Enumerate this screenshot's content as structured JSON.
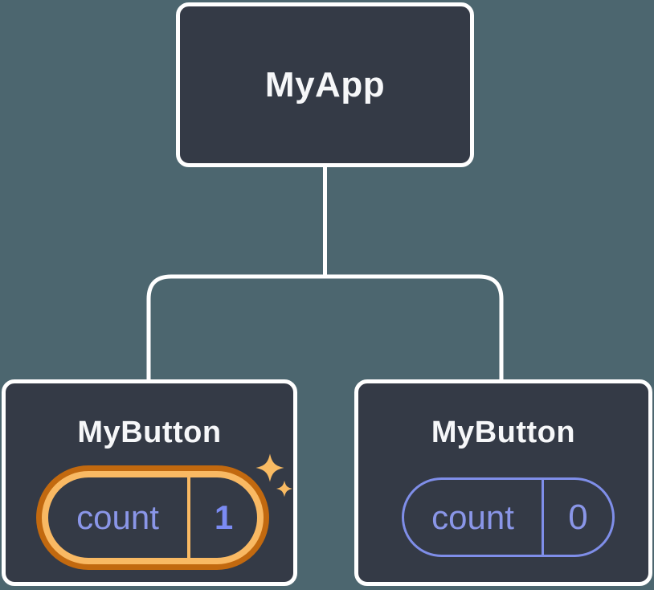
{
  "diagram": {
    "root": {
      "label": "MyApp"
    },
    "children": [
      {
        "label": "MyButton",
        "state": {
          "name": "count",
          "value": "1"
        },
        "highlighted": true
      },
      {
        "label": "MyButton",
        "state": {
          "name": "count",
          "value": "0"
        },
        "highlighted": false
      }
    ]
  },
  "icons": {
    "sparkle_large": "four-point-star",
    "sparkle_small": "four-point-star"
  },
  "colors": {
    "background": "#4C666F",
    "node_fill": "#343A46",
    "node_border": "#FFFFFF",
    "connector": "#FFFFFF",
    "label_text": "#F6F7F9",
    "state_text": "#8A96E8",
    "state_value_highlight": "#7B8BF3",
    "pill_outline": "#7F8EE9",
    "highlight_ring_outer": "#C2690F",
    "highlight_ring_inner": "#F9B963",
    "sparkle": "#F9BB63"
  }
}
